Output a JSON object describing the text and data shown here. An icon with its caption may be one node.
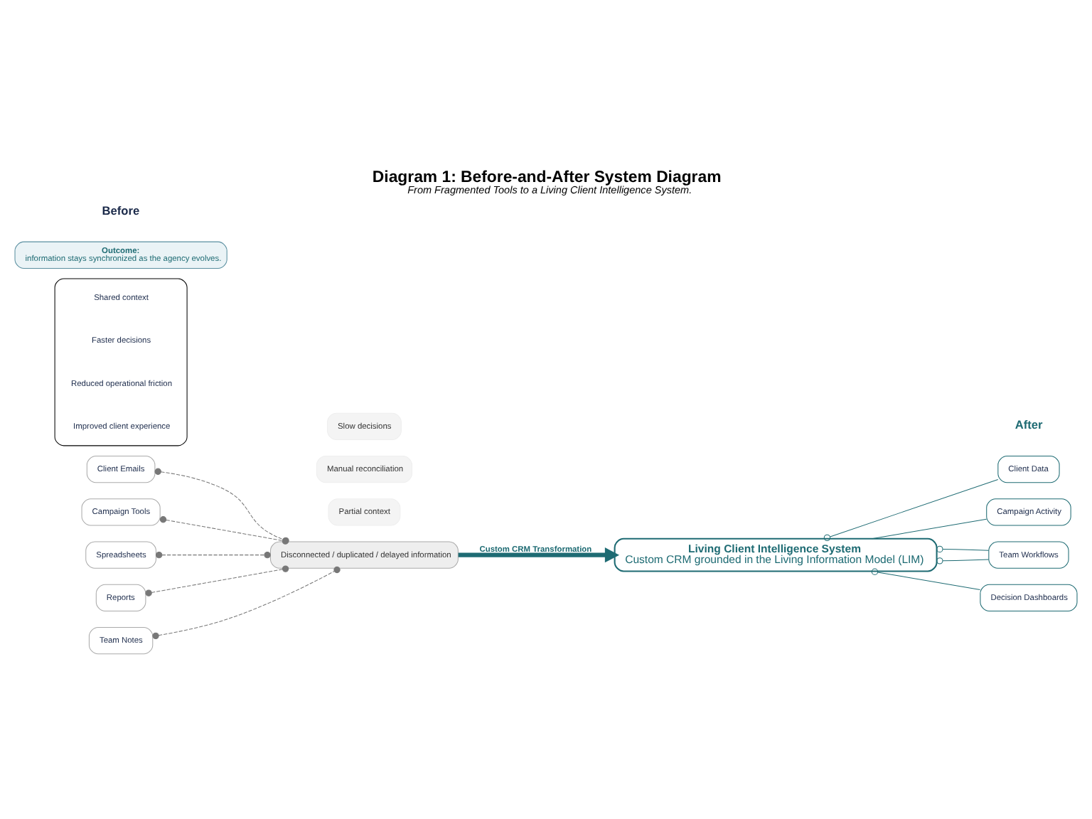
{
  "diagram": {
    "title": "Diagram 1: Before-and-After System Diagram",
    "caption": "From Fragmented Tools to a Living Client Intelligence System.",
    "nodes": [
      {
        "text": [
          "Client Emails"
        ]
      },
      {
        "text": [
          "Campaign Tools"
        ]
      },
      {
        "text": [
          "Spreadsheets"
        ]
      },
      {
        "text": [
          "Reports"
        ]
      },
      {
        "text": [
          "Team Notes"
        ]
      },
      {
        "text": [
          "Disconnected / duplicated / delayed information"
        ]
      },
      {
        "text": [
          "Partial context"
        ]
      },
      {
        "text": [
          "Manual reconciliation"
        ]
      },
      {
        "text": [
          "Slow decisions"
        ]
      },
      {
        "text": [
          "Client Data"
        ]
      },
      {
        "text": [
          "Campaign Activity"
        ]
      },
      {
        "text": [
          "Living Client Intelligence System",
          "Custom CRM grounded in the Living Information Model (LIM)"
        ]
      },
      {
        "text": [
          "Team Workflows"
        ]
      },
      {
        "text": [
          "Decision Dashboards"
        ]
      },
      {
        "text": [],
        "shape": "box"
      },
      {
        "text": [
          "Shared context"
        ],
        "in": 14
      },
      {
        "text": [
          "Faster decisions"
        ],
        "in": 14
      },
      {
        "text": [
          "Reduced operational friction"
        ],
        "in": 14
      },
      {
        "text": [
          "Improved client experience"
        ],
        "in": 14
      },
      {
        "text": [
          "Outcome:",
          "information stays synchronized as the agency evolves."
        ]
      }
    ],
    "edges": [
      {
        "from": 0,
        "to": 5,
        "arrow": "other",
        "style": "dashed",
        "color": "#777777"
      },
      {
        "from": 1,
        "to": 5,
        "arrow": "other",
        "style": "dashed",
        "color": "#777777"
      },
      {
        "from": 2,
        "to": 5,
        "arrow": "other",
        "style": "dashed",
        "color": "#777777"
      },
      {
        "from": 3,
        "to": 5,
        "arrow": "other",
        "style": "dashed",
        "color": "#777777"
      },
      {
        "from": 4,
        "to": 5,
        "arrow": "other",
        "style": "dashed",
        "color": "#777777"
      },
      {
        "from": 5,
        "to": 11,
        "arrow": "to",
        "label": "Custom CRM Transformation",
        "style": "thick"
      },
      {
        "from": 9,
        "to": 11,
        "arrow": "other"
      },
      {
        "from": 10,
        "to": 11,
        "arrow": "none"
      },
      {
        "from": 12,
        "to": 11,
        "arrow": "other"
      },
      {
        "from": 12,
        "to": 11,
        "arrow": "other"
      },
      {
        "from": 13,
        "to": 11,
        "arrow": "other"
      }
    ],
    "labels": [
      "Before",
      "After"
    ]
  }
}
